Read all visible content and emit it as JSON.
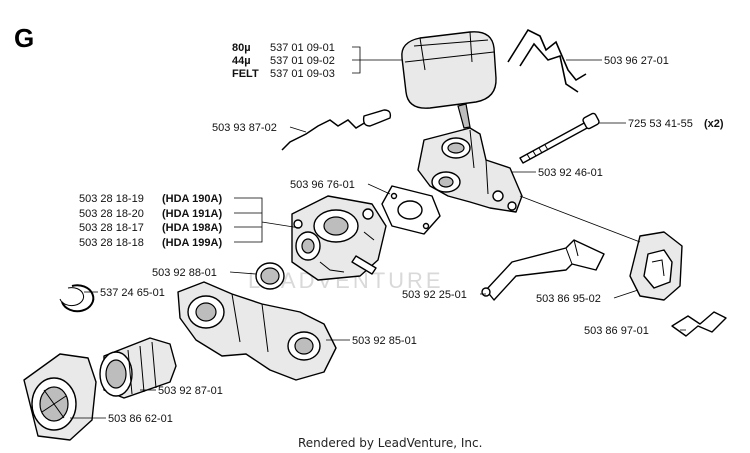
{
  "section_letter": "G",
  "footer": "Rendered by LeadVenture, Inc.",
  "watermark": "LEADVENTURE",
  "labels": {
    "filter_80": {
      "prefix": "80µ",
      "part": "537 01 09-01"
    },
    "filter_44": {
      "prefix": "44µ",
      "part": "537 01 09-02"
    },
    "filter_felt": {
      "prefix": "FELT",
      "part": "537 01 09-03"
    },
    "spring_clip": "503 96 27-01",
    "bolt": "725 53 41-55",
    "bolt_qty": "(x2)",
    "choke_wire": "503 93 87-02",
    "gasket": "503 96 76-01",
    "carb_holder": "503 92 46-01",
    "carb_190": {
      "part": "503 28 18-19",
      "model": "(HDA 190A)"
    },
    "carb_191": {
      "part": "503 28 18-20",
      "model": "(HDA 191A)"
    },
    "carb_198": {
      "part": "503 28 18-17",
      "model": "(HDA 198A)"
    },
    "carb_199": {
      "part": "503 28 18-18",
      "model": "(HDA 199A)"
    },
    "oring": "503 92 88-01",
    "lever": "503 92 25-01",
    "cover_plate": "503 86 95-02",
    "ring": "537 24 65-01",
    "bracket": "503 86 97-01",
    "manifold": "503 92 85-01",
    "bellows": "503 92 87-01",
    "flange": "503 86 62-01"
  }
}
